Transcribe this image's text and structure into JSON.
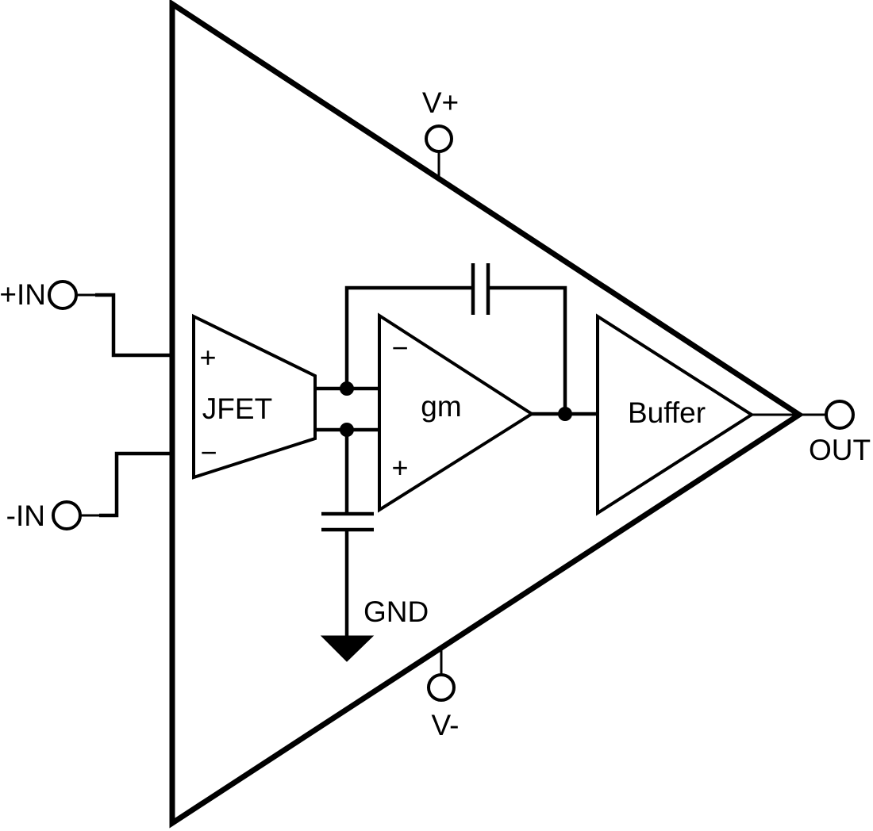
{
  "diagram": {
    "type": "circuit-block-diagram",
    "terminals": {
      "in_plus": "+IN",
      "in_minus": "-IN",
      "v_plus": "V+",
      "v_minus": "V-",
      "out": "OUT",
      "gnd": "GND"
    },
    "blocks": {
      "jfet": {
        "label": "JFET",
        "plus": "+",
        "minus": "−"
      },
      "gm": {
        "label": "gm",
        "minus": "−",
        "plus": "+"
      },
      "buffer": {
        "label": "Buffer"
      }
    },
    "colors": {
      "line": "#000000",
      "background": "#ffffff",
      "text": "#000000"
    }
  }
}
